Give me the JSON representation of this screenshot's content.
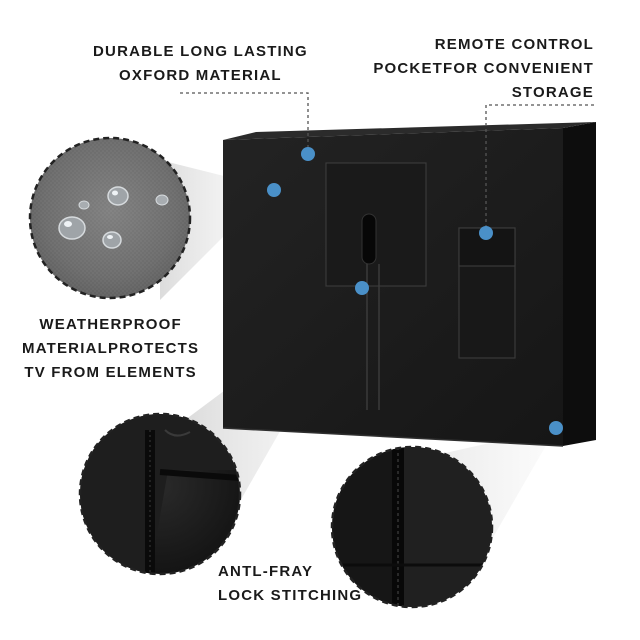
{
  "callouts": {
    "oxford": {
      "lines": [
        "DURABLE LONG LASTING",
        "OXFORD MATERIAL"
      ]
    },
    "remote_pocket": {
      "lines": [
        "REMOTE CONTROL",
        "POCKETFOR CONVENIENT",
        "STORAGE"
      ]
    },
    "weatherproof": {
      "lines": [
        "WEATHERPROOF",
        "MATERIALPROTECTS",
        "TV FROM ELEMENTS"
      ]
    },
    "stitching": {
      "lines": [
        "ANTL-FRAY",
        "LOCK STITCHING"
      ]
    }
  },
  "colors": {
    "cover_front": "#1c1c1c",
    "cover_side": "#0e0e0e",
    "marker_dot": "#4a90c8",
    "leader_line": "#555555",
    "text": "#1a1a1a"
  },
  "icons": {
    "marker": "blue-dot",
    "detail_lens": "magnified-circle"
  }
}
